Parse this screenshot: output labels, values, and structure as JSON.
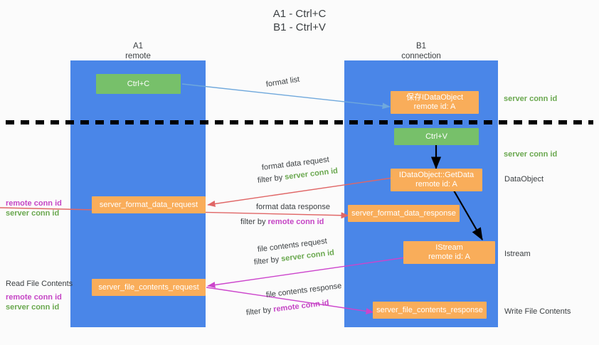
{
  "title": {
    "line1": "A1 - Ctrl+C",
    "line2": "B1 - Ctrl+V"
  },
  "columns": {
    "left": {
      "name": "A1",
      "sub": "remote"
    },
    "right": {
      "name": "B1",
      "sub": "connection"
    }
  },
  "boxes": {
    "ctrl_c": {
      "label": "Ctrl+C"
    },
    "ctrl_v": {
      "label": "Ctrl+V"
    },
    "save_idataobject": {
      "line1": "保存IDataObject",
      "line2": "remote id: A"
    },
    "getdata": {
      "line1": "IDataObject::GetData",
      "line2": "remote id: A"
    },
    "istream": {
      "line1": "IStream",
      "line2": "remote id: A"
    },
    "server_format_data_request": {
      "label": "server_format_data_request"
    },
    "server_format_data_response": {
      "label": "server_format_data_response"
    },
    "server_file_contents_request": {
      "label": "server_file_contents_request"
    },
    "server_file_contents_response": {
      "label": "server_file_contents_response"
    }
  },
  "edge_labels": {
    "format_list": "format list",
    "format_data_request": "format data request",
    "format_data_request_filter_prefix": "filter by ",
    "format_data_request_filter_key": "server conn id",
    "format_data_response": "format data response",
    "format_data_response_filter_prefix": "filter by ",
    "format_data_response_filter_key": "remote conn id",
    "file_contents_request": "file contents request",
    "file_contents_request_filter_prefix": "filter by ",
    "file_contents_request_filter_key": "server conn id",
    "file_contents_response": "file contents response",
    "file_contents_response_filter_prefix": "filter by ",
    "file_contents_response_filter_key": "remote conn id"
  },
  "side_labels": {
    "server_conn_id_top": "server conn id",
    "server_conn_id_mid": "server conn id",
    "dataobject": "DataObject",
    "istream": "Istream",
    "write_file_contents": "Write File Contents",
    "read_file_contents": "Read File Contents",
    "remote_conn_id_a": "remote conn id",
    "server_conn_id_a": "server conn id",
    "remote_conn_id_b": "remote conn id",
    "server_conn_id_b": "server conn id"
  },
  "colors": {
    "lane": "#4a86e8",
    "green_box": "#77c06a",
    "orange_box": "#f9ad5a",
    "green_text": "#6aa84f",
    "magenta_text": "#c545c5",
    "blue_arrow": "#6fa8dc",
    "red_arrow": "#e06666",
    "magenta_arrow": "#cc44cc",
    "black_arrow": "#000000",
    "divider": "#000000"
  }
}
